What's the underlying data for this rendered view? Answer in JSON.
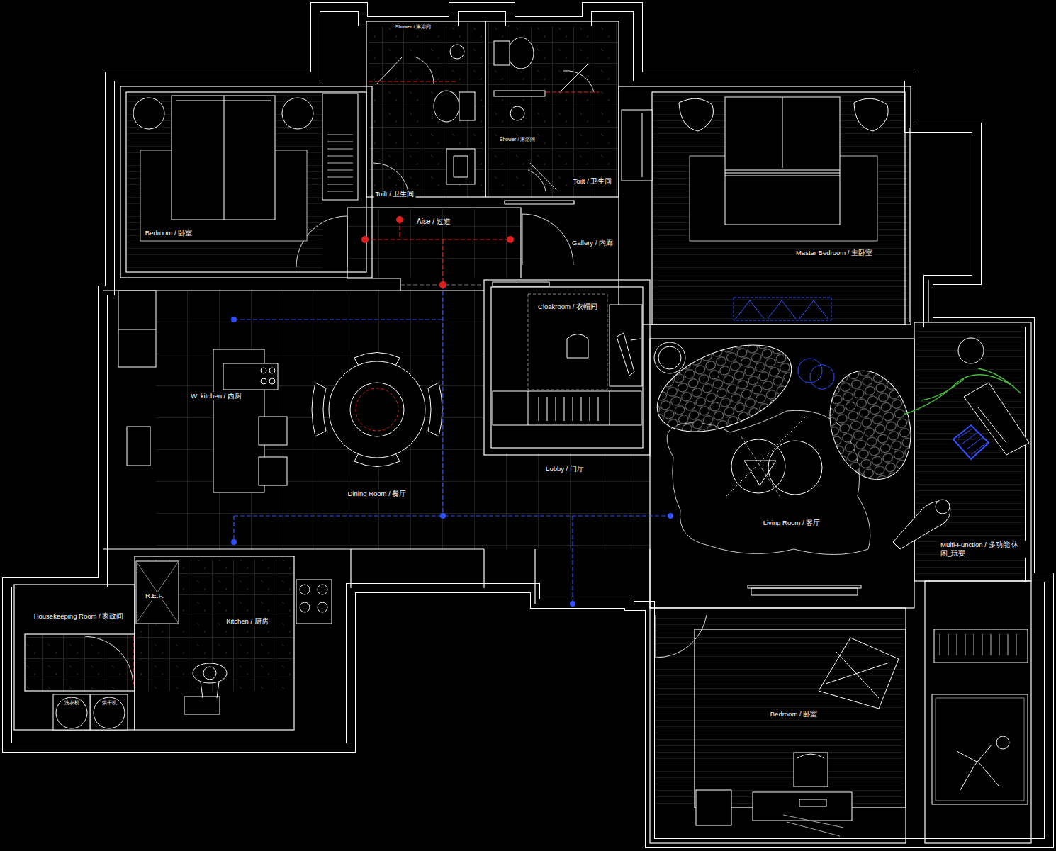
{
  "diagram": {
    "labels": [
      "Shower / 淋浴间",
      "Bedroom / 卧室",
      "Toilt / 卫生间",
      "Shower / 淋浴间",
      "Toilt / 卫生间",
      "Aise / 过道",
      "Gallery / 内廊",
      "Master Bedroom / 主卧室",
      "Cloakroom / 衣帽间",
      "W. kitchen / 西厨",
      "Lobby / 门厅",
      "Dining Room / 餐厅",
      "Living Room / 客厅",
      "Multi-Function / 多功能 休闲_玩耍",
      "R.E.F.",
      "Housekeeping Room / 家政间",
      "Kitchen / 厨房",
      "洗衣机",
      "烘干机",
      "Bedroom / 卧室"
    ]
  }
}
